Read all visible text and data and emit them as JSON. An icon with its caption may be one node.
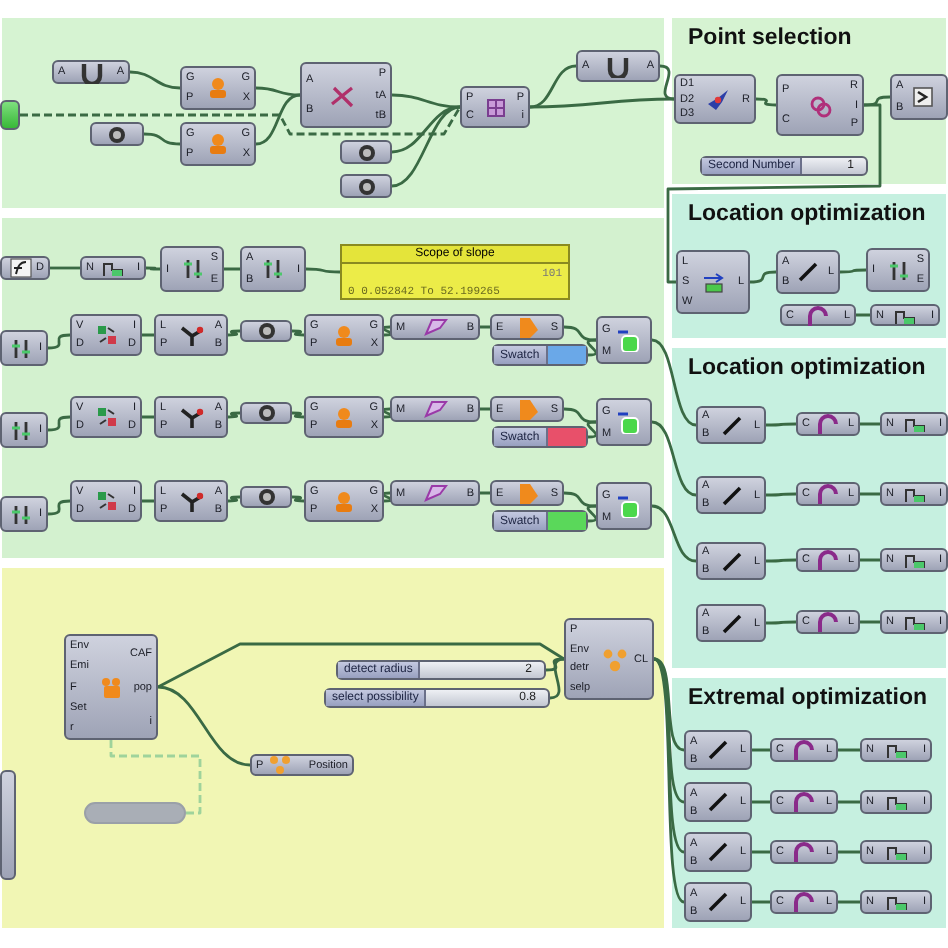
{
  "diagram": {
    "nodes": [
      {
        "text": [],
        "shape": "box"
      },
      {
        "text": [],
        "shape": "box",
        "in": 0
      },
      {
        "text": [
          "A",
          "A"
        ],
        "in": 0
      },
      {
        "text": [
          "G",
          "P",
          "G",
          "X"
        ],
        "in": 0
      },
      {
        "text": [],
        "shape": "box",
        "in": 0
      },
      {
        "text": [
          "G",
          "P",
          "G",
          "X"
        ],
        "in": 0
      },
      {
        "text": [
          "A",
          "B",
          "P",
          "tA",
          "tB"
        ],
        "in": 0
      },
      {
        "text": [],
        "shape": "box",
        "in": 0
      },
      {
        "text": [],
        "shape": "box",
        "in": 0
      },
      {
        "text": [
          "P",
          "C",
          "P",
          "i"
        ],
        "in": 0
      },
      {
        "text": [
          "A",
          "A"
        ],
        "in": 0
      },
      {
        "text": [
          "Point selection"
        ]
      },
      {
        "text": [
          "D1",
          "D2",
          "D3",
          "R"
        ],
        "in": 11
      },
      {
        "text": [
          "P",
          "C",
          "R",
          "I",
          "P"
        ],
        "in": 11
      },
      {
        "text": [
          "A",
          "B"
        ],
        "in": 11
      },
      {
        "text": [
          "Second Number",
          "1"
        ],
        "in": 11
      },
      {
        "text": [],
        "shape": "box"
      },
      {
        "text": [
          "D"
        ],
        "in": 16
      },
      {
        "text": [
          "N",
          "I"
        ],
        "in": 16
      },
      {
        "text": [
          "I",
          "S",
          "E"
        ],
        "in": 16
      },
      {
        "text": [
          "A",
          "B",
          "I"
        ],
        "in": 16
      },
      {
        "text": [
          "Scope of slope",
          "101",
          "0 0.052842 To 52.199265"
        ],
        "in": 16
      },
      {
        "text": [
          "I"
        ],
        "in": 16
      },
      {
        "text": [
          "V",
          "D",
          "I",
          "D"
        ],
        "in": 16
      },
      {
        "text": [
          "L",
          "P",
          "A",
          "B"
        ],
        "in": 16
      },
      {
        "text": [],
        "shape": "box",
        "in": 16
      },
      {
        "text": [
          "G",
          "P",
          "G",
          "X"
        ],
        "in": 16
      },
      {
        "text": [
          "M",
          "B"
        ],
        "in": 16
      },
      {
        "text": [
          "E",
          "S"
        ],
        "in": 16
      },
      {
        "text": [
          "Swatch"
        ],
        "in": 16
      },
      {
        "text": [
          "G",
          "M"
        ],
        "in": 16
      },
      {
        "text": [
          "I"
        ],
        "in": 16
      },
      {
        "text": [
          "V",
          "D",
          "I",
          "D"
        ],
        "in": 16
      },
      {
        "text": [
          "L",
          "P",
          "A",
          "B"
        ],
        "in": 16
      },
      {
        "text": [],
        "shape": "box",
        "in": 16
      },
      {
        "text": [
          "G",
          "P",
          "G",
          "X"
        ],
        "in": 16
      },
      {
        "text": [
          "M",
          "B"
        ],
        "in": 16
      },
      {
        "text": [
          "E",
          "S"
        ],
        "in": 16
      },
      {
        "text": [
          "Swatch"
        ],
        "in": 16
      },
      {
        "text": [
          "G",
          "M"
        ],
        "in": 16
      },
      {
        "text": [
          "I"
        ],
        "in": 16
      },
      {
        "text": [
          "V",
          "D",
          "I",
          "D"
        ],
        "in": 16
      },
      {
        "text": [
          "L",
          "P",
          "A",
          "B"
        ],
        "in": 16
      },
      {
        "text": [],
        "shape": "box",
        "in": 16
      },
      {
        "text": [
          "G",
          "P",
          "G",
          "X"
        ],
        "in": 16
      },
      {
        "text": [
          "M",
          "B"
        ],
        "in": 16
      },
      {
        "text": [
          "E",
          "S"
        ],
        "in": 16
      },
      {
        "text": [
          "Swatch"
        ],
        "in": 16
      },
      {
        "text": [
          "G",
          "M"
        ],
        "in": 16
      },
      {
        "text": [
          "Location optimization"
        ]
      },
      {
        "text": [
          "L",
          "S",
          "W",
          "L"
        ],
        "in": 49
      },
      {
        "text": [
          "A",
          "B",
          "L"
        ],
        "in": 49
      },
      {
        "text": [
          "I",
          "S",
          "E"
        ],
        "in": 49
      },
      {
        "text": [
          "C",
          "L"
        ],
        "in": 49
      },
      {
        "text": [
          "N",
          "I"
        ],
        "in": 49
      },
      {
        "text": [
          "Location optimization"
        ]
      },
      {
        "text": [
          "A",
          "B",
          "L"
        ],
        "in": 55
      },
      {
        "text": [
          "C",
          "L"
        ],
        "in": 55
      },
      {
        "text": [
          "N",
          "I"
        ],
        "in": 55
      },
      {
        "text": [
          "A",
          "B",
          "L"
        ],
        "in": 55
      },
      {
        "text": [
          "C",
          "L"
        ],
        "in": 55
      },
      {
        "text": [
          "N",
          "I"
        ],
        "in": 55
      },
      {
        "text": [
          "A",
          "B",
          "L"
        ],
        "in": 55
      },
      {
        "text": [
          "C",
          "L"
        ],
        "in": 55
      },
      {
        "text": [
          "N",
          "I"
        ],
        "in": 55
      },
      {
        "text": [
          "A",
          "B",
          "L"
        ],
        "in": 55
      },
      {
        "text": [
          "C",
          "L"
        ],
        "in": 55
      },
      {
        "text": [
          "N",
          "I"
        ],
        "in": 55
      },
      {
        "text": [],
        "shape": "box"
      },
      {
        "text": [
          "Env",
          "Emi",
          "F",
          "Set",
          "r",
          "CAF",
          "pop",
          "i"
        ],
        "in": 68
      },
      {
        "text": [
          "detect radius",
          "2"
        ],
        "in": 68
      },
      {
        "text": [
          "select possibility",
          "0.8"
        ],
        "in": 68
      },
      {
        "text": [
          "P",
          "Env",
          "detr",
          "selp",
          "CL"
        ],
        "in": 68
      },
      {
        "text": [
          "P",
          "Position"
        ],
        "in": 68
      },
      {
        "text": [],
        "shape": "box",
        "in": 68
      },
      {
        "text": [],
        "shape": "box",
        "in": 68
      },
      {
        "text": [
          "Extremal optimization"
        ]
      },
      {
        "text": [
          "A",
          "B",
          "L"
        ],
        "in": 76
      },
      {
        "text": [
          "C",
          "L"
        ],
        "in": 76
      },
      {
        "text": [
          "N",
          "I"
        ],
        "in": 76
      },
      {
        "text": [
          "A",
          "B",
          "L"
        ],
        "in": 76
      },
      {
        "text": [
          "C",
          "L"
        ],
        "in": 76
      },
      {
        "text": [
          "N",
          "I"
        ],
        "in": 76
      },
      {
        "text": [
          "A",
          "B",
          "L"
        ],
        "in": 76
      },
      {
        "text": [
          "C",
          "L"
        ],
        "in": 76
      },
      {
        "text": [
          "N",
          "I"
        ],
        "in": 76
      },
      {
        "text": [
          "A",
          "B",
          "L"
        ],
        "in": 76
      },
      {
        "text": [
          "C",
          "L"
        ],
        "in": 76
      },
      {
        "text": [
          "N",
          "I"
        ],
        "in": 76
      }
    ],
    "edges": [
      {
        "from": 2,
        "to": 3,
        "arrow": "none"
      },
      {
        "from": 4,
        "to": 5,
        "arrow": "none"
      },
      {
        "from": 3,
        "to": 6,
        "arrow": "none"
      },
      {
        "from": 5,
        "to": 6,
        "arrow": "none"
      },
      {
        "from": 6,
        "to": 9,
        "arrow": "none"
      },
      {
        "from": 7,
        "to": 9,
        "arrow": "none"
      },
      {
        "from": 8,
        "to": 9,
        "arrow": "none"
      },
      {
        "from": 9,
        "to": 10,
        "arrow": "none"
      },
      {
        "from": 1,
        "to": 9,
        "arrow": "none",
        "style": "dashed"
      },
      {
        "from": 10,
        "to": 12,
        "arrow": "none"
      },
      {
        "from": 9,
        "to": 12,
        "arrow": "none"
      },
      {
        "from": 12,
        "to": 13,
        "arrow": "none"
      },
      {
        "from": 13,
        "to": 14,
        "arrow": "none"
      },
      {
        "from": 17,
        "to": 18,
        "arrow": "none"
      },
      {
        "from": 18,
        "to": 19,
        "arrow": "none"
      },
      {
        "from": 19,
        "to": 20,
        "arrow": "none"
      },
      {
        "from": 20,
        "to": 21,
        "arrow": "none"
      },
      {
        "from": 22,
        "to": 23,
        "arrow": "none"
      },
      {
        "from": 23,
        "to": 24,
        "arrow": "none"
      },
      {
        "from": 24,
        "to": 25,
        "arrow": "none"
      },
      {
        "from": 25,
        "to": 26,
        "arrow": "none"
      },
      {
        "from": 26,
        "to": 27,
        "arrow": "none"
      },
      {
        "from": 27,
        "to": 28,
        "arrow": "none"
      },
      {
        "from": 28,
        "to": 30,
        "arrow": "none"
      },
      {
        "from": 29,
        "to": 30,
        "arrow": "none"
      },
      {
        "from": 31,
        "to": 32,
        "arrow": "none"
      },
      {
        "from": 32,
        "to": 33,
        "arrow": "none"
      },
      {
        "from": 33,
        "to": 34,
        "arrow": "none"
      },
      {
        "from": 34,
        "to": 35,
        "arrow": "none"
      },
      {
        "from": 35,
        "to": 36,
        "arrow": "none"
      },
      {
        "from": 36,
        "to": 37,
        "arrow": "none"
      },
      {
        "from": 37,
        "to": 39,
        "arrow": "none"
      },
      {
        "from": 38,
        "to": 39,
        "arrow": "none"
      },
      {
        "from": 40,
        "to": 41,
        "arrow": "none"
      },
      {
        "from": 41,
        "to": 42,
        "arrow": "none"
      },
      {
        "from": 42,
        "to": 43,
        "arrow": "none"
      },
      {
        "from": 43,
        "to": 44,
        "arrow": "none"
      },
      {
        "from": 44,
        "to": 45,
        "arrow": "none"
      },
      {
        "from": 45,
        "to": 46,
        "arrow": "none"
      },
      {
        "from": 46,
        "to": 48,
        "arrow": "none"
      },
      {
        "from": 47,
        "to": 48,
        "arrow": "none"
      },
      {
        "from": 50,
        "to": 51,
        "arrow": "none"
      },
      {
        "from": 51,
        "to": 52,
        "arrow": "none"
      },
      {
        "from": 53,
        "to": 54,
        "arrow": "none"
      },
      {
        "from": 56,
        "to": 57,
        "arrow": "none"
      },
      {
        "from": 57,
        "to": 58,
        "arrow": "none"
      },
      {
        "from": 59,
        "to": 60,
        "arrow": "none"
      },
      {
        "from": 60,
        "to": 61,
        "arrow": "none"
      },
      {
        "from": 62,
        "to": 63,
        "arrow": "none"
      },
      {
        "from": 63,
        "to": 64,
        "arrow": "none"
      },
      {
        "from": 65,
        "to": 66,
        "arrow": "none"
      },
      {
        "from": 66,
        "to": 67,
        "arrow": "none"
      },
      {
        "from": 69,
        "to": 72,
        "arrow": "none"
      },
      {
        "from": 70,
        "to": 72,
        "arrow": "none"
      },
      {
        "from": 71,
        "to": 72,
        "arrow": "none"
      },
      {
        "from": 69,
        "to": 73,
        "arrow": "none"
      },
      {
        "from": 75,
        "to": 69,
        "arrow": "none",
        "style": "dashed",
        "color": "#9fd39b"
      },
      {
        "from": 77,
        "to": 78,
        "arrow": "none"
      },
      {
        "from": 78,
        "to": 79,
        "arrow": "none"
      },
      {
        "from": 80,
        "to": 81,
        "arrow": "none"
      },
      {
        "from": 81,
        "to": 82,
        "arrow": "none"
      },
      {
        "from": 83,
        "to": 84,
        "arrow": "none"
      },
      {
        "from": 84,
        "to": 85,
        "arrow": "none"
      },
      {
        "from": 86,
        "to": 87,
        "arrow": "none"
      },
      {
        "from": 87,
        "to": 88,
        "arrow": "none"
      },
      {
        "from": 72,
        "to": 77,
        "arrow": "none"
      },
      {
        "from": 72,
        "to": 80,
        "arrow": "none"
      },
      {
        "from": 72,
        "to": 83,
        "arrow": "none"
      },
      {
        "from": 72,
        "to": 86,
        "arrow": "none"
      },
      {
        "from": 30,
        "to": 56,
        "arrow": "none"
      },
      {
        "from": 39,
        "to": 59,
        "arrow": "none"
      },
      {
        "from": 48,
        "to": 62,
        "arrow": "none"
      },
      {
        "from": 13,
        "to": 50,
        "arrow": "none"
      }
    ]
  }
}
